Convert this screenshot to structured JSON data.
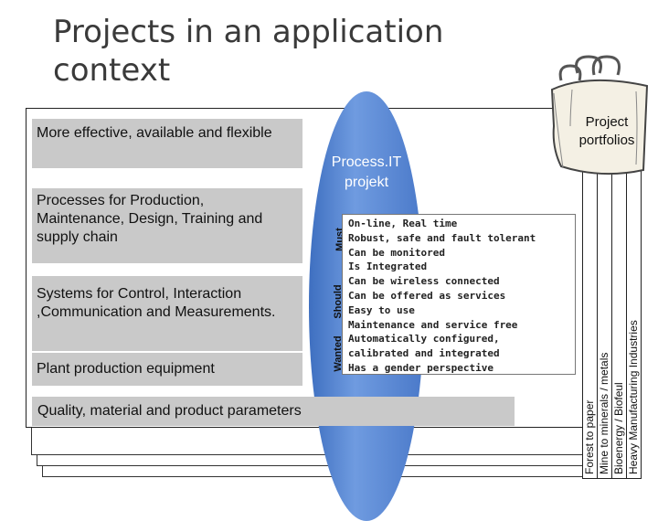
{
  "title": "Projects in an application context",
  "left_boxes": {
    "effective": "More effective, available and flexible",
    "processes": "Processes for Production, Maintenance, Design, Training and supply chain",
    "systems": "Systems for Control, Interaction ,Communication and Measurements.",
    "equipment": "Plant production equipment"
  },
  "project": {
    "title": "Process.IT projekt",
    "must": "Must",
    "should": "Should",
    "wanted": "Wanted"
  },
  "requirements": [
    "On-line, Real time",
    "Robust, safe and fault tolerant",
    "Can be monitored",
    "Is Integrated",
    "Can be wireless connected",
    "Can be offered as services",
    "Easy to use",
    "Maintenance and service free",
    "Automatically configured,",
    "calibrated and integrated",
    "Has a gender perspective"
  ],
  "quality": "Quality, material and product parameters",
  "portfolios": "Project portfolios",
  "industries": [
    "Forest to paper",
    "Mine to minerals / metals",
    "Bioenergy / Biofeul",
    "Heavy Manufacturing Industries"
  ],
  "colors": {
    "box_gray": "#c9c9c9",
    "ellipse_blue": "#4f80cf"
  }
}
